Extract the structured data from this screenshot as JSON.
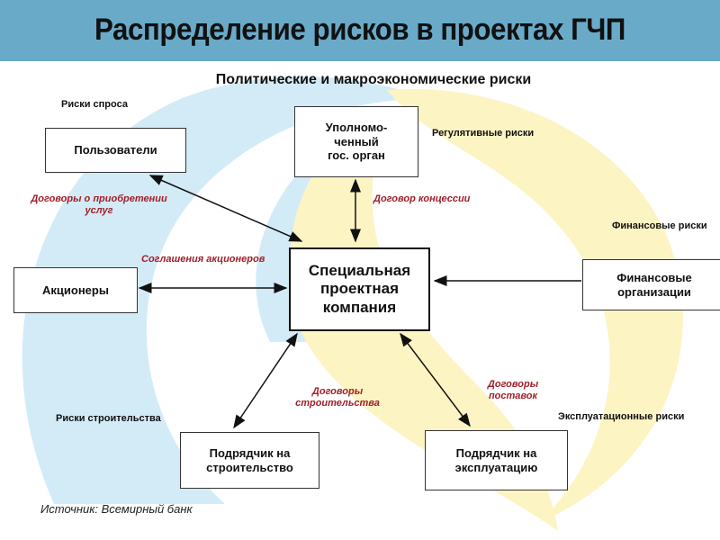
{
  "title": "Распределение рисков в проектах ГЧП",
  "subtitle": "Политические и макроэкономические риски",
  "colors": {
    "header": "#6aaac9",
    "swirl_blue": "#d3ebf6",
    "swirl_yellow": "#fdf4c4",
    "contract_text": "#a0202a"
  },
  "boxes": {
    "users": "Пользователи",
    "authority": "Уполномо-\nченный\nгос. орган",
    "spv": "Специальная\nпроектная\nкомпания",
    "shareholders": "Акционеры",
    "financiers": "Финансовые\nорганизации",
    "construction": "Подрядчик на\nстроительство",
    "operation": "Подрядчик на\nэксплуатацию"
  },
  "risks": {
    "demand": "Риски спроса",
    "regulatory": "Регулятивные риски",
    "financial": "Финансовые риски",
    "construction": "Риски строительства",
    "operational": "Эксплуатационные риски"
  },
  "contracts": {
    "services": "Договоры о приобретении\nуслуг",
    "concession": "Договор концессии",
    "shareholders": "Соглашения акционеров",
    "construction": "Договоры\nстроительства",
    "supply": "Договоры\nпоставок"
  },
  "source": "Источник: Всемирный банк"
}
